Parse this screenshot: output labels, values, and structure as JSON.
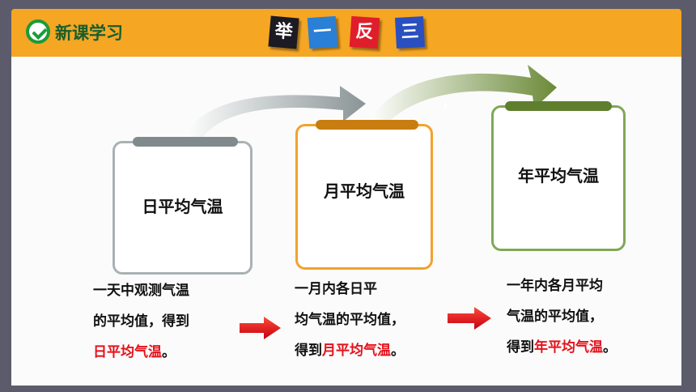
{
  "header": {
    "title": "新课学习",
    "tiles": [
      "举",
      "一",
      "反",
      "三"
    ]
  },
  "cards": [
    {
      "title": "日平均气温"
    },
    {
      "title": "月平均气温"
    },
    {
      "title": "年平均气温"
    }
  ],
  "descriptions": [
    {
      "line1": "一天中观测气温",
      "line2": "的平均值，得到",
      "line3_prefix": "",
      "highlight": "日平均气温",
      "suffix": "。"
    },
    {
      "line1": "一月内各日平",
      "line2": "均气温的平均值，",
      "line3_prefix": "得到",
      "highlight": "月平均气温",
      "suffix": "。"
    },
    {
      "line1": "一年内各月平均",
      "line2": "气温的平均值，",
      "line3_prefix": "得到",
      "highlight": "年平均气温",
      "suffix": "。"
    }
  ],
  "colors": {
    "header_bar": "#f5a623",
    "highlight_text": "#e4121b",
    "card1_border": "#a9b2b4",
    "card2_border": "#f2a22c",
    "card3_border": "#7fa857"
  }
}
